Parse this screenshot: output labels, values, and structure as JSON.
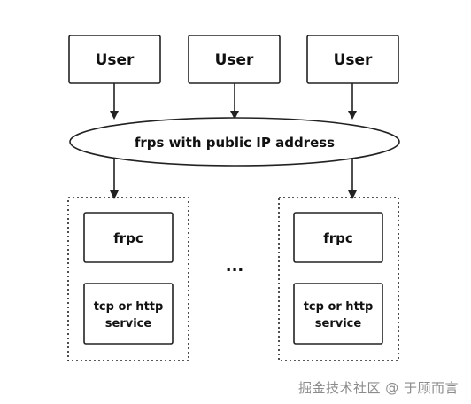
{
  "users": [
    {
      "label": "User"
    },
    {
      "label": "User"
    },
    {
      "label": "User"
    }
  ],
  "server": {
    "label": "frps with public IP address"
  },
  "groups": [
    {
      "client_label": "frpc",
      "service_line1": "tcp or http",
      "service_line2": "service"
    },
    {
      "client_label": "frpc",
      "service_line1": "tcp or http",
      "service_line2": "service"
    }
  ],
  "ellipsis": "...",
  "watermark": "掘金技术社区 @ 于顾而言",
  "colors": {
    "stroke": "#222222",
    "text": "#111111",
    "watermark": "#8c8c8c"
  }
}
